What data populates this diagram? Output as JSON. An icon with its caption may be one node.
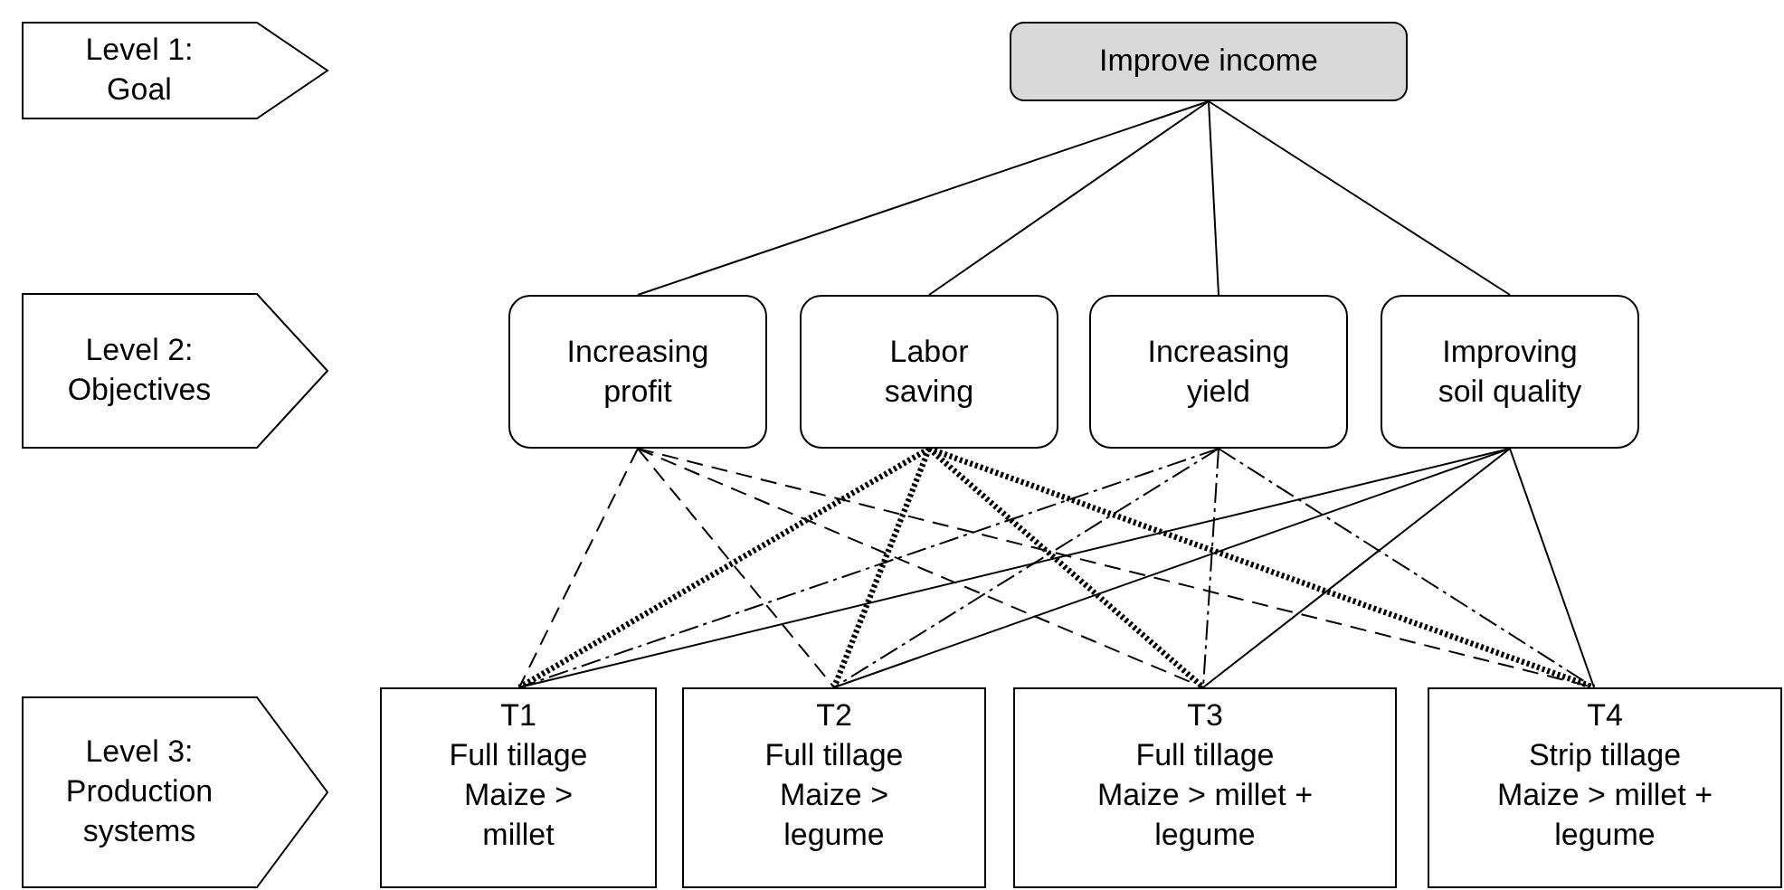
{
  "diagram": {
    "nodes": [
      {
        "text": [
          "Level 1: Goal"
        ]
      },
      {
        "text": [
          "Level 2: Objectives"
        ]
      },
      {
        "text": [
          "Level 3: Production systems"
        ]
      },
      {
        "text": [
          "Improve income"
        ]
      },
      {
        "text": [
          "Increasing profit"
        ]
      },
      {
        "text": [
          "Labor saving"
        ]
      },
      {
        "text": [
          "Increasing yield"
        ]
      },
      {
        "text": [
          "Improving soil quality"
        ]
      },
      {
        "text": [
          "T1",
          "Full tillage Maize > millet"
        ]
      },
      {
        "text": [
          "T2",
          "Full tillage Maize > legume"
        ]
      },
      {
        "text": [
          "T3",
          "Full tillage Maize > millet + legume"
        ]
      },
      {
        "text": [
          "T4",
          "Strip tillage Maize > millet + legume"
        ]
      }
    ],
    "edges": [
      {
        "from": 3,
        "to": 4,
        "arrow": "none"
      },
      {
        "from": 3,
        "to": 5,
        "arrow": "none"
      },
      {
        "from": 3,
        "to": 6,
        "arrow": "none"
      },
      {
        "from": 3,
        "to": 7,
        "arrow": "none"
      },
      {
        "from": 4,
        "to": 8,
        "arrow": "none",
        "style": "dashed"
      },
      {
        "from": 4,
        "to": 9,
        "arrow": "none",
        "style": "dashed"
      },
      {
        "from": 4,
        "to": 10,
        "arrow": "none",
        "style": "dashed"
      },
      {
        "from": 4,
        "to": 11,
        "arrow": "none",
        "style": "dashed"
      },
      {
        "from": 5,
        "to": 8,
        "arrow": "none",
        "style": "dashed"
      },
      {
        "from": 5,
        "to": 9,
        "arrow": "none",
        "style": "dashed"
      },
      {
        "from": 5,
        "to": 10,
        "arrow": "none",
        "style": "dashed"
      },
      {
        "from": 5,
        "to": 11,
        "arrow": "none",
        "style": "dashed"
      },
      {
        "from": 6,
        "to": 8,
        "arrow": "none",
        "style": "dashed"
      },
      {
        "from": 6,
        "to": 9,
        "arrow": "none",
        "style": "dashed"
      },
      {
        "from": 6,
        "to": 10,
        "arrow": "none",
        "style": "dashed"
      },
      {
        "from": 6,
        "to": 11,
        "arrow": "none",
        "style": "dashed"
      },
      {
        "from": 7,
        "to": 8,
        "arrow": "none"
      },
      {
        "from": 7,
        "to": 9,
        "arrow": "none"
      },
      {
        "from": 7,
        "to": 10,
        "arrow": "none"
      },
      {
        "from": 7,
        "to": 11,
        "arrow": "none"
      }
    ]
  }
}
